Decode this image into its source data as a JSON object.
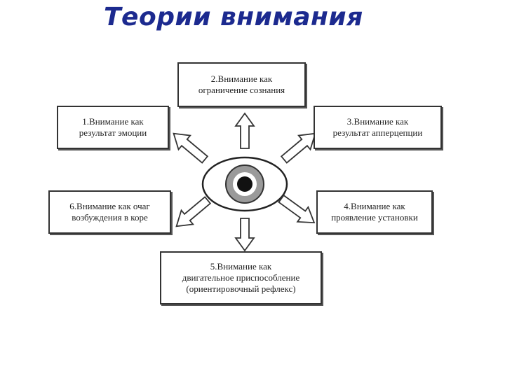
{
  "title": "Теории внимания",
  "theories": [
    {
      "id": "1",
      "lines": [
        "1.Внимание как",
        "результат эмоции"
      ]
    },
    {
      "id": "2",
      "lines": [
        "2.Внимание как",
        "ограничение сознания"
      ]
    },
    {
      "id": "3",
      "lines": [
        "3.Внимание как",
        "результат апперцепции"
      ]
    },
    {
      "id": "4",
      "lines": [
        "4.Внимание как",
        "проявление установки"
      ]
    },
    {
      "id": "5",
      "lines": [
        "5.Внимание как",
        "двигательное приспособление",
        "(ориентировочный рефлекс)"
      ]
    },
    {
      "id": "6",
      "lines": [
        "6.Внимание как очаг",
        "возбуждения в коре"
      ]
    }
  ],
  "colors": {
    "title": "#1c2a8f",
    "box_border": "#333333",
    "eye_iris": "#9a9a9a",
    "eye_pupil": "#111111"
  },
  "center_icon": "eye-icon"
}
